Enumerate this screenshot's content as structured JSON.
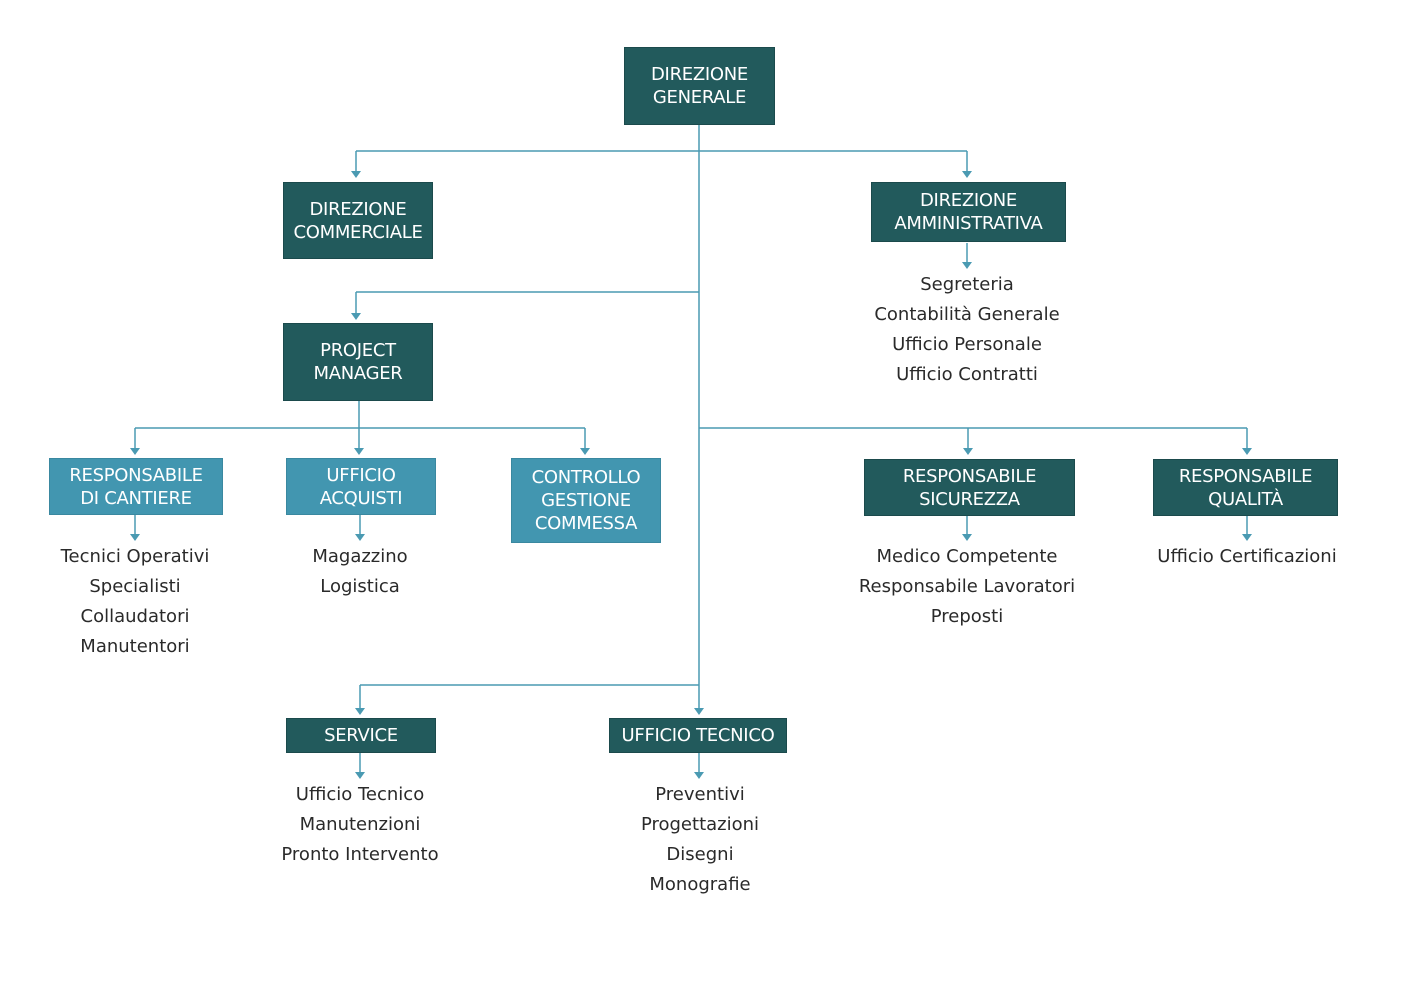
{
  "colors": {
    "dark_box": "#225a5c",
    "light_box": "#4296b0",
    "connector": "#4a9ab2",
    "text": "#2a2a2a"
  },
  "boxes": {
    "direzione_generale": [
      "DIREZIONE",
      "GENERALE"
    ],
    "direzione_commerciale": [
      "DIREZIONE",
      "COMMERCIALE"
    ],
    "direzione_amministrativa": [
      "DIREZIONE",
      "AMMINISTRATIVA"
    ],
    "project_manager": [
      "PROJECT",
      "MANAGER"
    ],
    "responsabile_cantiere": [
      "RESPONSABILE",
      "DI CANTIERE"
    ],
    "ufficio_acquisti": [
      "UFFICIO",
      "ACQUISTI"
    ],
    "controllo_gestione": [
      "CONTROLLO",
      "GESTIONE",
      "COMMESSA"
    ],
    "responsabile_sicurezza": [
      "RESPONSABILE",
      "SICUREZZA"
    ],
    "responsabile_qualita": [
      "RESPONSABILE",
      "QUALITÀ"
    ],
    "service": [
      "SERVICE"
    ],
    "ufficio_tecnico": [
      "UFFICIO TECNICO"
    ]
  },
  "lists": {
    "amministrativa": [
      "Segreteria",
      "Contabilità Generale",
      "Ufficio Personale",
      "Ufficio Contratti"
    ],
    "cantiere": [
      "Tecnici Operativi",
      "Specialisti",
      "Collaudatori",
      "Manutentori"
    ],
    "acquisti": [
      "Magazzino",
      "Logistica"
    ],
    "sicurezza": [
      "Medico Competente",
      "Responsabile Lavoratori",
      "Preposti"
    ],
    "qualita": [
      "Ufficio Certificazioni"
    ],
    "service": [
      "Ufficio Tecnico",
      "Manutenzioni",
      "Pronto Intervento"
    ],
    "tecnico": [
      "Preventivi",
      "Progettazioni",
      "Disegni",
      "Monografie"
    ]
  }
}
